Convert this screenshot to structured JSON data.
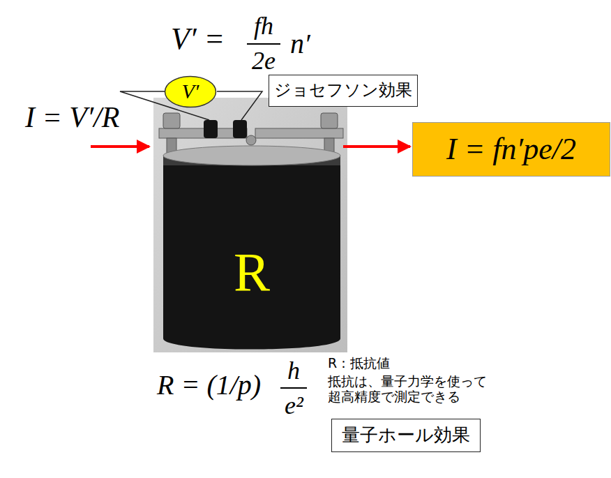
{
  "diagram": {
    "nodes": [
      {
        "text": [
          "V′"
        ]
      },
      {
        "text": [
          "ジョセフソン効果"
        ]
      },
      {
        "text": [
          "R"
        ]
      },
      {
        "text": [
          "I = fn′pe/2"
        ]
      },
      {
        "text": [
          "量子ホール効果"
        ]
      }
    ],
    "labels": [
      "V′ =",
      "fh",
      "2e",
      "n′",
      "I = V′/R",
      "R = (1/p)",
      "h",
      "e²",
      "R：抵抗値",
      "抵抗は、量子力学を使って 超高精度で測定できる"
    ]
  }
}
